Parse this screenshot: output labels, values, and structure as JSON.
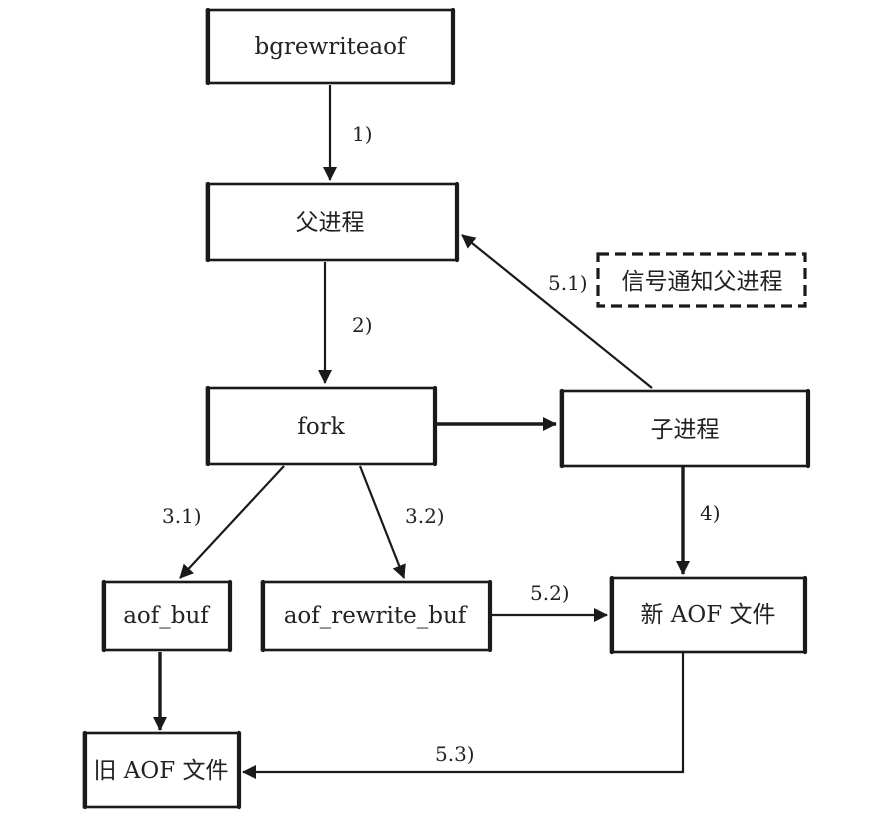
{
  "nodes": {
    "bgrewriteaof": "bgrewriteaof",
    "parent_process": "父进程",
    "fork": "fork",
    "child_process": "子进程",
    "signal_note": "信号通知父进程",
    "aof_buf": "aof_buf",
    "aof_rewrite_buf": "aof_rewrite_buf",
    "new_aof_file": "新 AOF 文件",
    "old_aof_file": "旧 AOF 文件"
  },
  "edges": {
    "step_1": "1)",
    "step_2": "2)",
    "step_3_1": "3.1)",
    "step_3_2": "3.2)",
    "step_4": "4)",
    "step_5_1": "5.1)",
    "step_5_2": "5.2)",
    "step_5_3": "5.3)"
  }
}
